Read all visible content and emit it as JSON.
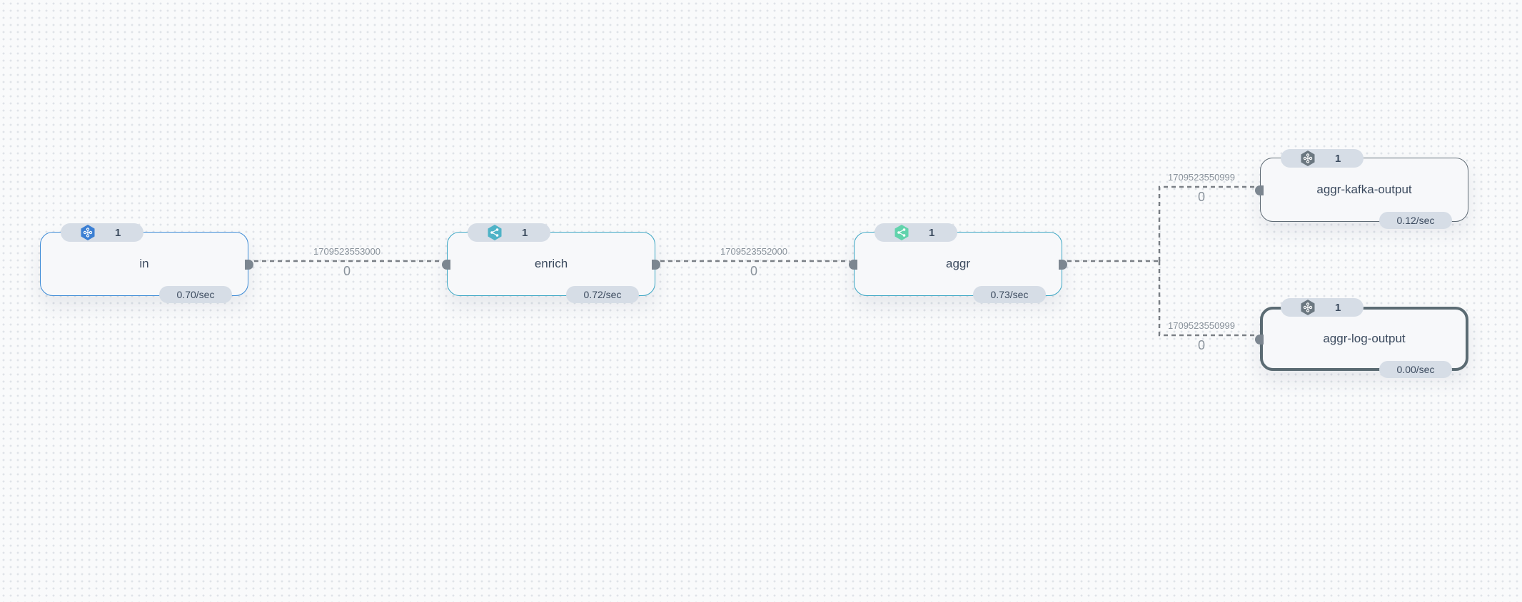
{
  "nodes": {
    "in": {
      "title": "in",
      "count": "1",
      "rate": "0.70/sec",
      "icon": "kafka-hex-icon",
      "icon_color": "#3b7fd3"
    },
    "enrich": {
      "title": "enrich",
      "count": "1",
      "rate": "0.72/sec",
      "icon": "share-hex-icon",
      "icon_color": "#4fb3c7"
    },
    "aggr": {
      "title": "aggr",
      "count": "1",
      "rate": "0.73/sec",
      "icon": "share-hex-icon",
      "icon_color": "#62d3ac"
    },
    "aggr_kafka_output": {
      "title": "aggr-kafka-output",
      "count": "1",
      "rate": "0.12/sec",
      "icon": "kafka-hex-icon",
      "icon_color": "#6b7780"
    },
    "aggr_log_output": {
      "title": "aggr-log-output",
      "count": "1",
      "rate": "0.00/sec",
      "icon": "kafka-hex-icon",
      "icon_color": "#6b7780"
    }
  },
  "edges": {
    "in_enrich": {
      "watermark": "1709523553000",
      "pending": "0"
    },
    "enrich_aggr": {
      "watermark": "1709523552000",
      "pending": "0"
    },
    "aggr_kafka": {
      "watermark": "1709523550999",
      "pending": "0"
    },
    "aggr_log": {
      "watermark": "1709523550999",
      "pending": "0"
    }
  },
  "colors": {
    "edge_line": "#7a7f85",
    "source_border": "#3b8ad6",
    "udf_border": "#3ba6c4",
    "sink_border": "#5f6b75"
  }
}
